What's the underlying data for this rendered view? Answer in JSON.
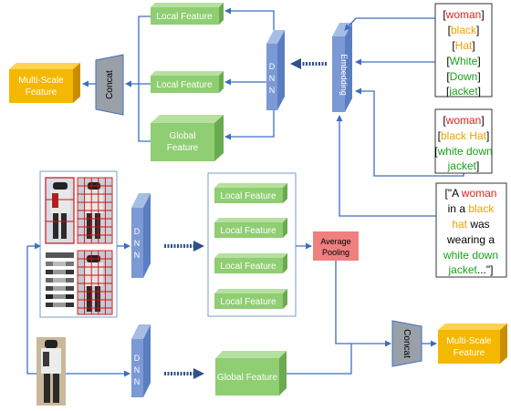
{
  "top_branch": {
    "local_feature_1": "Local Feature",
    "local_feature_2": "Local Feature",
    "global_feature_line1": "Global",
    "global_feature_line2": "Feature",
    "concat": "Concat",
    "multiscale_line1": "Multi-Scale",
    "multiscale_line2": "Feature",
    "dnn": [
      "D",
      "N",
      "N"
    ],
    "embedding": "Embedding"
  },
  "text_boxes": {
    "words": [
      {
        "text": "woman",
        "color": "#e02020"
      },
      {
        "text": "black",
        "color": "#f0a000"
      },
      {
        "text": "Hat",
        "color": "#f0a000"
      },
      {
        "text": "White",
        "color": "#1aa01a"
      },
      {
        "text": "Down",
        "color": "#1aa01a"
      },
      {
        "text": "jacket",
        "color": "#1aa01a"
      }
    ],
    "phrases": [
      {
        "text": "woman",
        "color": "#e02020"
      },
      {
        "text": "black Hat",
        "color": "#f0a000"
      },
      {
        "text": "white down",
        "color": "#1aa01a"
      },
      {
        "text": "jacket",
        "color": "#1aa01a"
      }
    ],
    "sentence": {
      "open": "[\"A ",
      "w_woman": "woman",
      "in_a": "in a ",
      "w_black": "black",
      "w_hat": "hat",
      "was": " was",
      "wearing": "wearing a",
      "w_white_down": "white down",
      "w_jacket": "jacket",
      "close": "...\"]"
    }
  },
  "bottom_branch": {
    "dnn_upper": [
      "D",
      "N",
      "N"
    ],
    "dnn_lower": [
      "D",
      "N",
      "N"
    ],
    "local_features": [
      "Local Feature",
      "Local Feature",
      "Local Feature",
      "Local Feature"
    ],
    "avg_pool_line1": "Average",
    "avg_pool_line2": "Pooling",
    "global_feature": "Global Feature",
    "concat": "Concat",
    "multiscale_line1": "Multi-Scale",
    "multiscale_line2": "Feature"
  },
  "colors": {
    "green_box": "#8fce72",
    "blue_box": "#7b99d4",
    "orange_box": "#f5b800",
    "pink_box": "#f08080",
    "concat_box": "#9aa0a8",
    "arrow": "#3d6fbf",
    "text_red": "#e02020",
    "text_orange": "#f0a000",
    "text_green": "#1aa01a"
  }
}
